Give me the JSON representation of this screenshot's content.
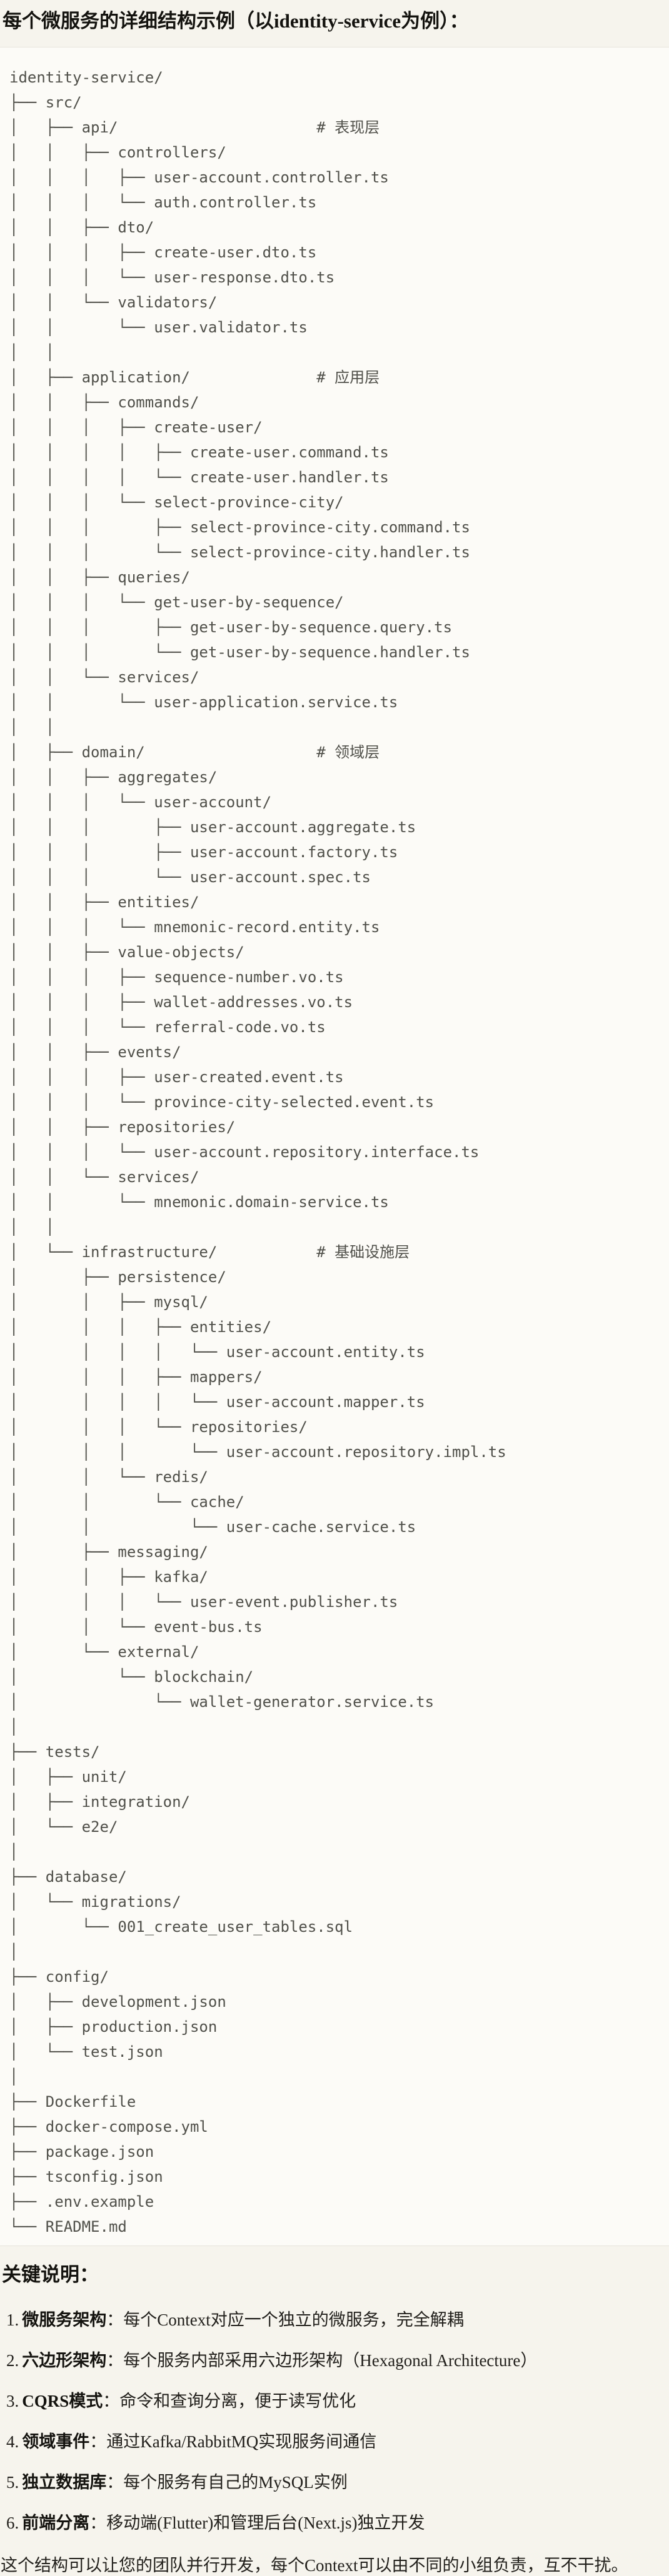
{
  "page": {
    "title": "每个微服务的详细结构示例（以identity-service为例）：",
    "section_heading": "关键说明：",
    "closing_paragraph": "这个结构可以让您的团队并行开发，每个Context可以由不同的小组负责，互不干扰。"
  },
  "code_block": {
    "tree_lines": [
      "identity-service/",
      "├── src/",
      "│   ├── api/                      # 表现层",
      "│   │   ├── controllers/",
      "│   │   │   ├── user-account.controller.ts",
      "│   │   │   └── auth.controller.ts",
      "│   │   ├── dto/",
      "│   │   │   ├── create-user.dto.ts",
      "│   │   │   └── user-response.dto.ts",
      "│   │   └── validators/",
      "│   │       └── user.validator.ts",
      "│   │",
      "│   ├── application/              # 应用层",
      "│   │   ├── commands/",
      "│   │   │   ├── create-user/",
      "│   │   │   │   ├── create-user.command.ts",
      "│   │   │   │   └── create-user.handler.ts",
      "│   │   │   └── select-province-city/",
      "│   │   │       ├── select-province-city.command.ts",
      "│   │   │       └── select-province-city.handler.ts",
      "│   │   ├── queries/",
      "│   │   │   └── get-user-by-sequence/",
      "│   │   │       ├── get-user-by-sequence.query.ts",
      "│   │   │       └── get-user-by-sequence.handler.ts",
      "│   │   └── services/",
      "│   │       └── user-application.service.ts",
      "│   │",
      "│   ├── domain/                   # 领域层",
      "│   │   ├── aggregates/",
      "│   │   │   └── user-account/",
      "│   │   │       ├── user-account.aggregate.ts",
      "│   │   │       ├── user-account.factory.ts",
      "│   │   │       └── user-account.spec.ts",
      "│   │   ├── entities/",
      "│   │   │   └── mnemonic-record.entity.ts",
      "│   │   ├── value-objects/",
      "│   │   │   ├── sequence-number.vo.ts",
      "│   │   │   ├── wallet-addresses.vo.ts",
      "│   │   │   └── referral-code.vo.ts",
      "│   │   ├── events/",
      "│   │   │   ├── user-created.event.ts",
      "│   │   │   └── province-city-selected.event.ts",
      "│   │   ├── repositories/",
      "│   │   │   └── user-account.repository.interface.ts",
      "│   │   └── services/",
      "│   │       └── mnemonic.domain-service.ts",
      "│   │",
      "│   └── infrastructure/           # 基础设施层",
      "│       ├── persistence/",
      "│       │   ├── mysql/",
      "│       │   │   ├── entities/",
      "│       │   │   │   └── user-account.entity.ts",
      "│       │   │   ├── mappers/",
      "│       │   │   │   └── user-account.mapper.ts",
      "│       │   │   └── repositories/",
      "│       │   │       └── user-account.repository.impl.ts",
      "│       │   └── redis/",
      "│       │       └── cache/",
      "│       │           └── user-cache.service.ts",
      "│       ├── messaging/",
      "│       │   ├── kafka/",
      "│       │   │   └── user-event.publisher.ts",
      "│       │   └── event-bus.ts",
      "│       └── external/",
      "│           └── blockchain/",
      "│               └── wallet-generator.service.ts",
      "│",
      "├── tests/",
      "│   ├── unit/",
      "│   ├── integration/",
      "│   └── e2e/",
      "│",
      "├── database/",
      "│   └── migrations/",
      "│       └── 001_create_user_tables.sql",
      "│",
      "├── config/",
      "│   ├── development.json",
      "│   ├── production.json",
      "│   └── test.json",
      "│",
      "├── Dockerfile",
      "├── docker-compose.yml",
      "├── package.json",
      "├── tsconfig.json",
      "├── .env.example",
      "└── README.md"
    ]
  },
  "notes": [
    {
      "num": "1.",
      "label": "微服务架构",
      "text": "：每个Context对应一个独立的微服务，完全解耦"
    },
    {
      "num": "2.",
      "label": "六边形架构",
      "text": "：每个服务内部采用六边形架构（Hexagonal Architecture）"
    },
    {
      "num": "3.",
      "label": "CQRS模式",
      "text": "：命令和查询分离，便于读写优化"
    },
    {
      "num": "4.",
      "label": "领域事件",
      "text": "：通过Kafka/RabbitMQ实现服务间通信"
    },
    {
      "num": "5.",
      "label": "独立数据库",
      "text": "：每个服务有自己的MySQL实例"
    },
    {
      "num": "6.",
      "label": "前端分离",
      "text": "：移动端(Flutter)和管理后台(Next.js)独立开发"
    }
  ],
  "colors": {
    "page_background": "#f6f4ed",
    "code_background": "#fcfbf7",
    "code_border": "#e8e5dc",
    "code_text": "#50504a",
    "heading_text": "#14130f",
    "body_text": "#22201c"
  }
}
